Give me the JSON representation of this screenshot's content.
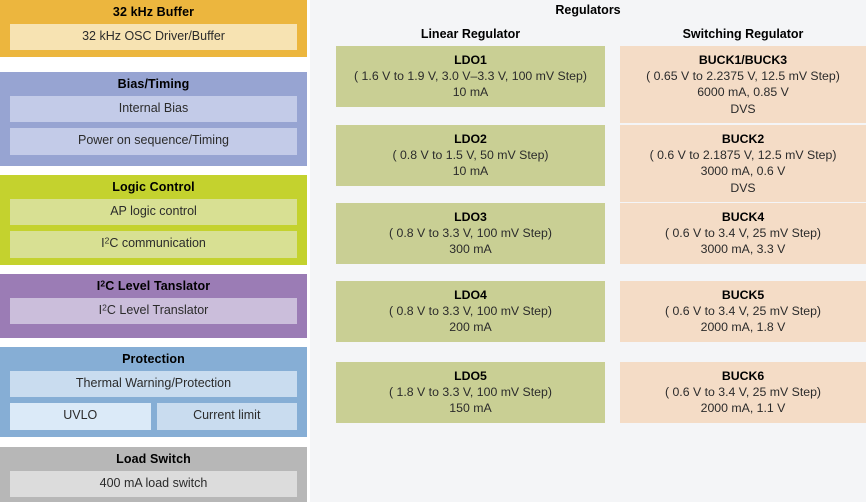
{
  "left_column": {
    "blocks": [
      {
        "name": "32khz-buffer",
        "title": "32 kHz Buffer",
        "band_color": "#ecb63e",
        "inner_color": "#f7e3b2",
        "rows": [
          [
            {
              "label": "32 kHz OSC Driver/Buffer"
            }
          ]
        ]
      },
      {
        "name": "bias-timing",
        "title": "Bias/Timing",
        "band_color": "#97a4d2",
        "inner_color": "#c3cbe8",
        "rows": [
          [
            {
              "label": "Internal Bias"
            }
          ],
          [
            {
              "label": "Power on sequence/Timing"
            }
          ]
        ]
      },
      {
        "name": "logic-control",
        "title": "Logic Control",
        "band_color": "#c4d22e",
        "inner_color": "#d8e093",
        "rows": [
          [
            {
              "label": "AP logic control"
            }
          ],
          [
            {
              "label": "I2C communication",
              "sup": true,
              "pre": "I",
              "supchar": "2",
              "post": "C communication"
            }
          ]
        ]
      },
      {
        "name": "i2c-level-translator",
        "title": "I2C Level Tanslator",
        "title_sup": true,
        "title_pre": "I",
        "title_supchar": "2",
        "title_post": "C Level Tanslator",
        "band_color": "#9b7cb5",
        "inner_color": "#cbbedb",
        "rows": [
          [
            {
              "label": "I2C Level Translator",
              "sup": true,
              "pre": "I",
              "supchar": "2",
              "post": "C Level Translator"
            }
          ]
        ]
      },
      {
        "name": "protection",
        "title": "Protection",
        "band_color": "#86aed5",
        "inner_color": "#c9dcef",
        "rows": [
          [
            {
              "label": "Thermal Warning/Protection"
            }
          ],
          [
            {
              "label": "UVLO",
              "color": "#dbeaf8"
            },
            {
              "label": "Current limit"
            }
          ]
        ]
      },
      {
        "name": "load-switch",
        "title": "Load Switch",
        "band_color": "#b7b7b7",
        "inner_color": "#dcdcdc",
        "rows": [
          [
            {
              "label": "400 mA load switch"
            }
          ]
        ]
      }
    ]
  },
  "right_panel": {
    "title": "Regulators",
    "background": "#f4f5f7",
    "columns": [
      {
        "name": "linear-regulator",
        "header": "Linear Regulator",
        "box_color": "#c9cf94",
        "items": [
          {
            "name": "LDO1",
            "lines": [
              "( 1.6 V to 1.9 V, 3.0 V–3.3 V, 100 mV Step)",
              "10 mA"
            ]
          },
          {
            "name": "LDO2",
            "lines": [
              "( 0.8 V to 1.5 V, 50 mV Step)",
              "10 mA"
            ]
          },
          {
            "name": "LDO3",
            "lines": [
              "( 0.8 V to 3.3 V, 100 mV Step)",
              "300 mA"
            ]
          },
          {
            "name": "LDO4",
            "lines": [
              "( 0.8 V to 3.3 V, 100 mV Step)",
              "200 mA"
            ]
          },
          {
            "name": "LDO5",
            "lines": [
              "( 1.8 V to 3.3 V, 100 mV Step)",
              "150 mA"
            ]
          }
        ]
      },
      {
        "name": "switching-regulator",
        "header": "Switching Regulator",
        "box_color": "#f4dcc6",
        "items": [
          {
            "name": "BUCK1/BUCK3",
            "lines": [
              "( 0.65 V to 2.2375 V, 12.5 mV Step)",
              "6000 mA, 0.85 V",
              "DVS"
            ]
          },
          {
            "name": "BUCK2",
            "lines": [
              "( 0.6 V to 2.1875 V, 12.5 mV Step)",
              "3000 mA, 0.6 V",
              "DVS"
            ]
          },
          {
            "name": "BUCK4",
            "lines": [
              "( 0.6 V to 3.4 V, 25 mV Step)",
              "3000 mA, 3.3 V"
            ]
          },
          {
            "name": "BUCK5",
            "lines": [
              "( 0.6 V to 3.4 V, 25 mV Step)",
              "2000 mA, 1.8 V"
            ]
          },
          {
            "name": "BUCK6",
            "lines": [
              "( 0.6 V to 3.4 V, 25 mV Step)",
              "2000 mA, 1.1 V"
            ]
          }
        ]
      }
    ],
    "row_tops": [
      46,
      125,
      203,
      281,
      362
    ]
  }
}
